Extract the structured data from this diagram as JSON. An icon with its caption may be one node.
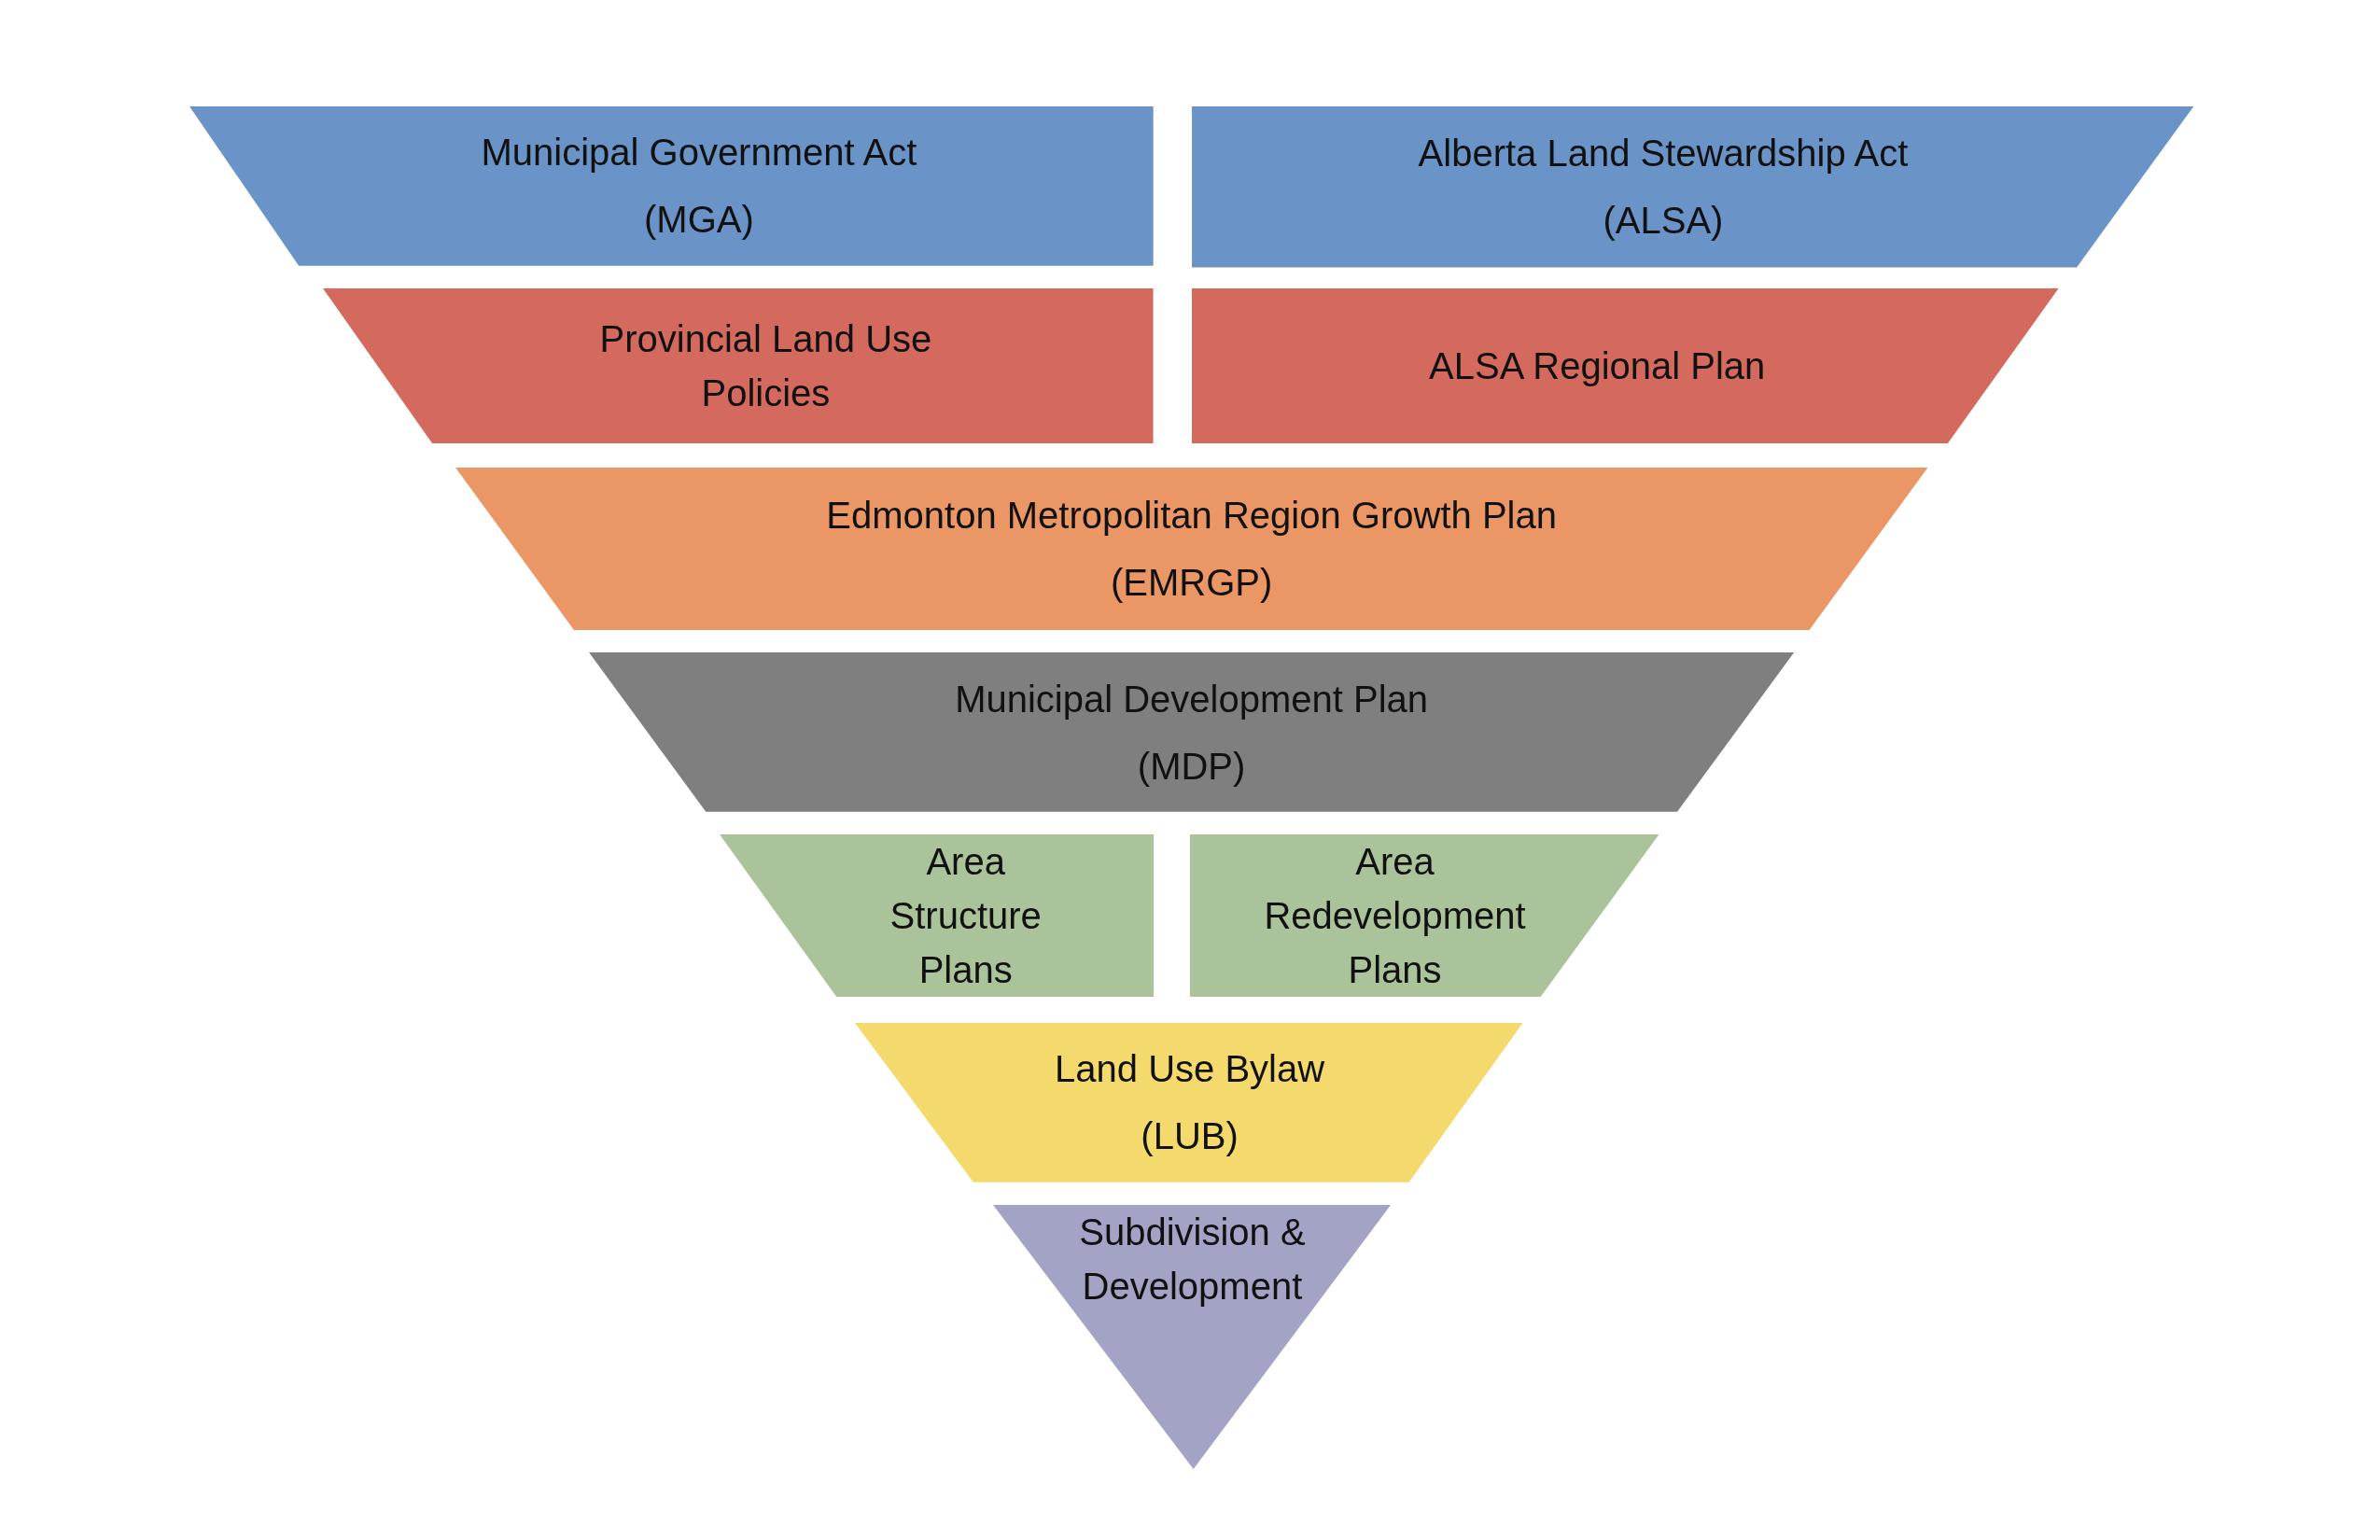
{
  "diagram": {
    "nodes": [
      {
        "text": [
          "Municipal Government Act",
          "(MGA)"
        ]
      },
      {
        "text": [
          "Alberta Land Stewardship Act",
          "(ALSA)"
        ]
      },
      {
        "text": [
          "Provincial Land Use Policies"
        ]
      },
      {
        "text": [
          "ALSA Regional Plan"
        ]
      },
      {
        "text": [
          "Edmonton Metropolitan Region Growth Plan",
          "(EMRGP)"
        ]
      },
      {
        "text": [
          "Municipal Development Plan",
          "(MDP)"
        ]
      },
      {
        "text": [
          "Area Structure Plans"
        ]
      },
      {
        "text": [
          "Area Redevelopment Plans"
        ]
      },
      {
        "text": [
          "Land Use Bylaw",
          "(LUB)"
        ]
      },
      {
        "text": [
          "Subdivision & Development"
        ]
      }
    ]
  }
}
